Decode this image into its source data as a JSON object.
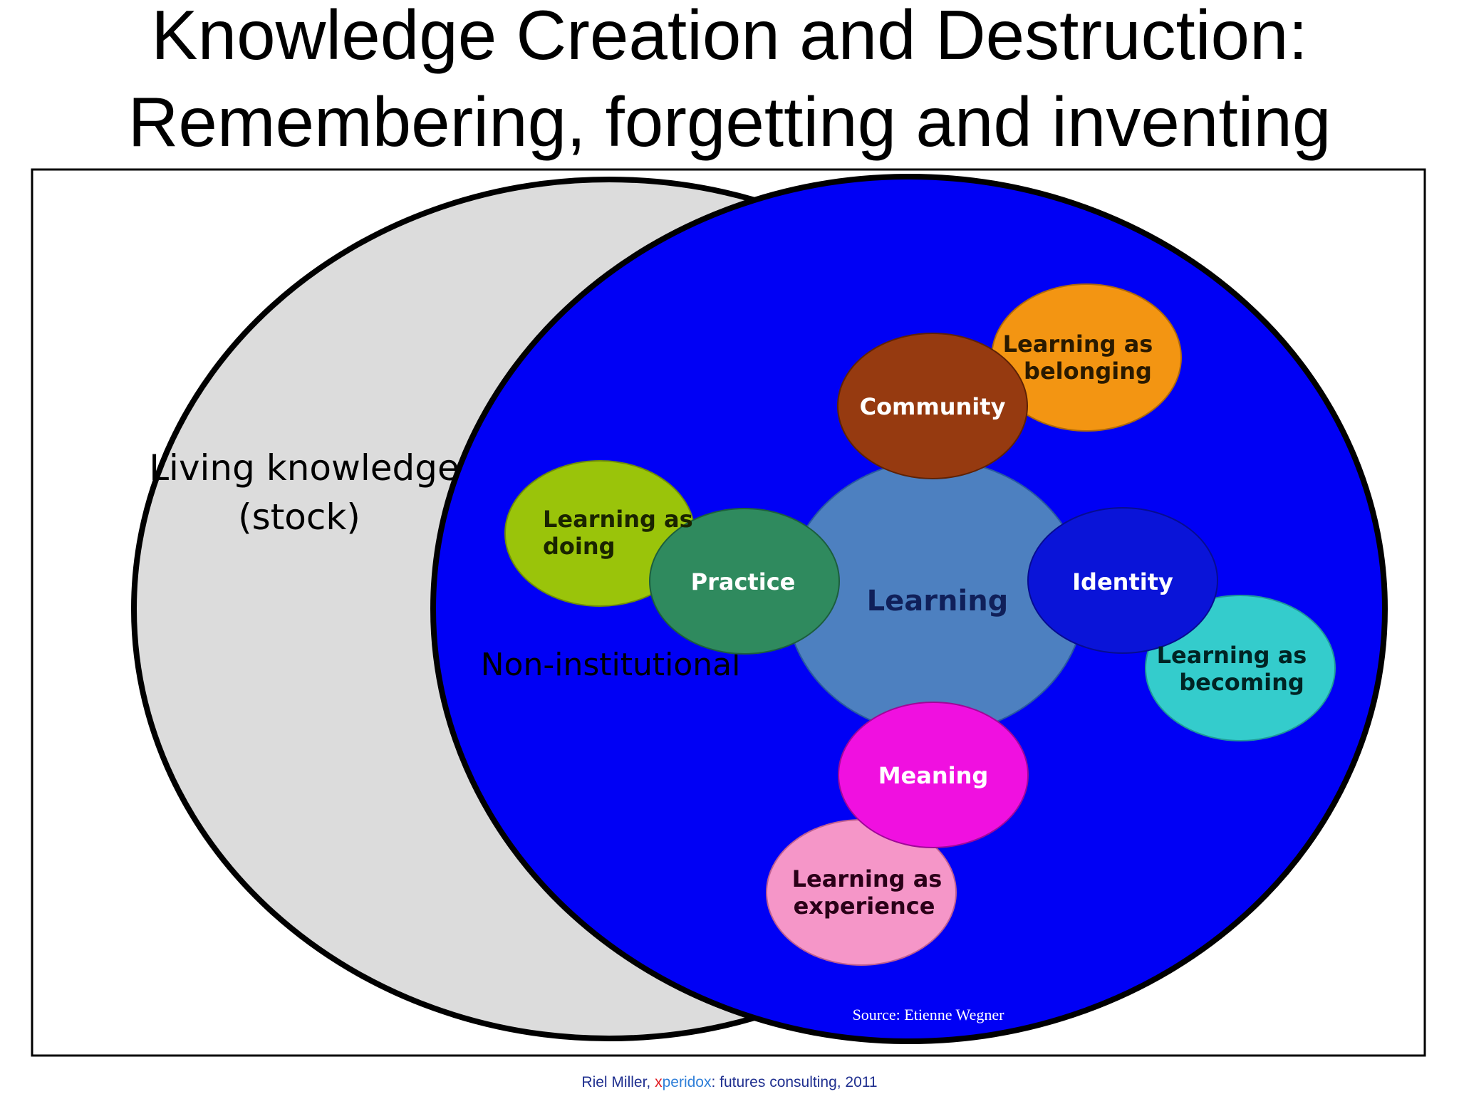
{
  "title": {
    "line1": "Knowledge Creation and Destruction:",
    "line2": "Remembering, forgetting and inventing"
  },
  "venn": {
    "left_label_line1": "Living knowledge",
    "left_label_line2": "(stock)",
    "right_label": "Non-institutional",
    "left_color": "#dcdcdc",
    "right_color": "#0000f5"
  },
  "wenger": {
    "center": "Learning",
    "community": "Community",
    "practice": "Practice",
    "identity": "Identity",
    "meaning": "Meaning",
    "belonging_line1": "Learning as",
    "belonging_line2": "belonging",
    "doing_line1": "Learning as",
    "doing_line2": "doing",
    "becoming_line1": "Learning as",
    "becoming_line2": "becoming",
    "experience_line1": "Learning as",
    "experience_line2": "experience",
    "colors": {
      "center": "#4d80c0",
      "community": "#963a10",
      "belonging": "#f39512",
      "practice": "#2f8a5e",
      "doing": "#9ac40a",
      "identity": "#0a14d8",
      "becoming": "#34cccc",
      "meaning": "#f010e0",
      "experience": "#f596c8"
    }
  },
  "source": "Source: Etienne Wegner",
  "footer": {
    "author": "Riel Miller, ",
    "brand_x": "x",
    "brand_peridox": "peridox",
    "rest": ": futures consulting, 2011"
  }
}
